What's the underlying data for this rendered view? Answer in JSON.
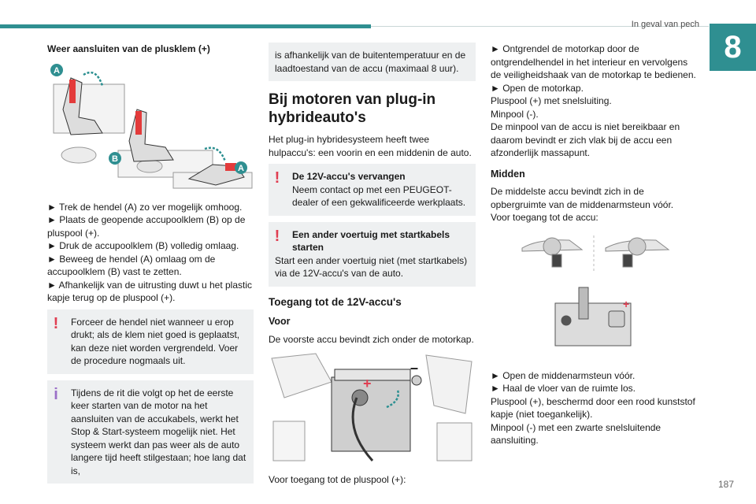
{
  "header": {
    "section": "In geval van pech",
    "chapter": "8"
  },
  "footer": {
    "page": "187"
  },
  "col1": {
    "heading": "Weer aansluiten van de plusklem (+)",
    "figure_labels": {
      "a1": "A",
      "b": "B",
      "a2": "A"
    },
    "steps": [
      "► Trek de hendel (A) zo ver mogelijk omhoog.",
      "► Plaats de geopende accupoolklem (B) op de pluspool (+).",
      "► Druk de accupoolklem (B) volledig omlaag.",
      "► Beweeg de hendel (A) omlaag om de accupoolklem (B) vast te zetten.",
      "► Afhankelijk van de uitrusting duwt u het plastic kapje terug op de pluspool (+)."
    ],
    "warning": "Forceer de hendel niet wanneer u erop drukt; als de klem niet goed is geplaatst, kan deze niet worden vergrendeld. Voer de procedure nogmaals uit.",
    "info": "Tijdens de rit die volgt op het de eerste keer starten van de motor na het aansluiten van de accukabels, werkt het Stop & Start-systeem mogelijk niet. Het systeem werkt dan pas weer als de auto langere tijd heeft stilgestaan; hoe lang dat is,"
  },
  "col2": {
    "continued": "is afhankelijk van de buitentemperatuur en de laadtoestand van de accu (maximaal 8 uur).",
    "h2": "Bij motoren van plug-in hybrideauto's",
    "intro": "Het plug-in hybridesysteem heeft twee hulpaccu's: een voorin en een middenin de auto.",
    "warn1_title": "De 12V-accu's vervangen",
    "warn1_text": "Neem contact op met een PEUGEOT-dealer of een gekwalificeerde werkplaats.",
    "warn2_title": "Een ander voertuig met startkabels starten",
    "warn2_text": "Start een ander voertuig niet (met startkabels) via de 12V-accu's van de auto.",
    "h3": "Toegang tot de 12V-accu's",
    "h4": "Voor",
    "voor_text": "De voorste accu bevindt zich onder de motorkap.",
    "fig_plus": "+",
    "fig_minus": "–",
    "caption": "Voor toegang tot de pluspool (+):"
  },
  "col3": {
    "steps": [
      "► Ontgrendel de motorkap door de ontgrendelhendel in het interieur en vervolgens de veiligheidshaak van de motorkap te bedienen.",
      "► Open de motorkap."
    ],
    "plus_line": "Pluspool (+) met snelsluiting.",
    "minus_line": "Minpool (-).",
    "minus_note": "De minpool van de accu is niet bereikbaar en daarom bevindt er zich vlak bij de accu een afzonderlijk massapunt.",
    "h4": "Midden",
    "midden_text": "De middelste accu bevindt zich in de opbergruimte van de middenarmsteun vóór.",
    "access": "Voor toegang tot de accu:",
    "steps2": [
      "► Open de middenarmsteun vóór.",
      "► Haal de vloer van de ruimte los."
    ],
    "plus2": "Pluspool (+), beschermd door een rood kunststof kapje (niet toegankelijk).",
    "minus2": "Minpool (-) met een zwarte snelsluitende aansluiting."
  }
}
